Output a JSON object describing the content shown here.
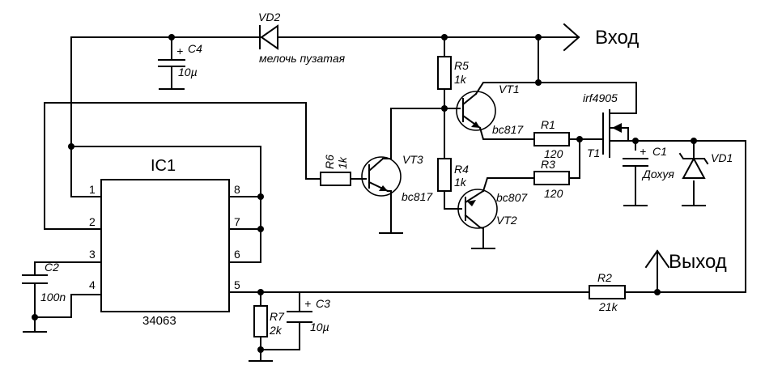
{
  "terminals": {
    "input": "Вход",
    "output": "Выход"
  },
  "ic1": {
    "ref": "IC1",
    "part": "34063",
    "pins": [
      "1",
      "2",
      "3",
      "4",
      "5",
      "6",
      "7",
      "8"
    ]
  },
  "components": {
    "vd2": {
      "ref": "VD2",
      "note": "мелочь пузатая"
    },
    "c4": {
      "ref": "C4",
      "value": "10µ"
    },
    "r5": {
      "ref": "R5",
      "value": "1k"
    },
    "r4": {
      "ref": "R4",
      "value": "1k"
    },
    "r6": {
      "ref": "R6",
      "value": "1k"
    },
    "vt1": {
      "ref": "VT1",
      "part": "bc817"
    },
    "vt2": {
      "ref": "VT2",
      "part": "bc807"
    },
    "vt3": {
      "ref": "VT3",
      "part": "bc817"
    },
    "r1": {
      "ref": "R1",
      "value": "120"
    },
    "r3": {
      "ref": "R3",
      "value": "120"
    },
    "t1": {
      "ref": "T1",
      "part": "irf4905"
    },
    "c1": {
      "ref": "C1",
      "value": "Дохуя"
    },
    "vd1": {
      "ref": "VD1"
    },
    "c2": {
      "ref": "C2",
      "value": "100n"
    },
    "r7": {
      "ref": "R7",
      "value": "2k"
    },
    "c3": {
      "ref": "C3",
      "value": "10µ"
    },
    "r2": {
      "ref": "R2",
      "value": "21k"
    }
  },
  "polarity_mark": "+"
}
